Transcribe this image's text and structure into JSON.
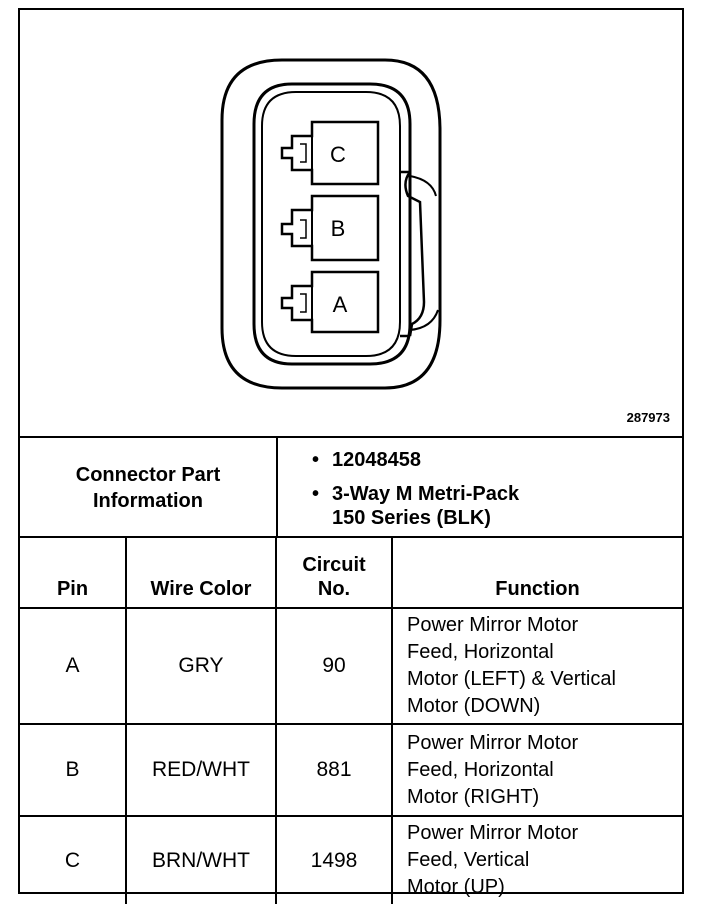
{
  "figure_id": "287973",
  "pin_letters": [
    "C",
    "B",
    "A"
  ],
  "connector_info": {
    "label": "Connector Part\nInformation",
    "items": [
      "12048458",
      "3-Way M Metri-Pack\n150 Series (BLK)"
    ]
  },
  "table": {
    "headers": [
      "Pin",
      "Wire Color",
      "Circuit\nNo.",
      "Function"
    ],
    "rows": [
      {
        "pin": "A",
        "wire_color": "GRY",
        "circuit": "90",
        "function": "Power Mirror Motor\nFeed, Horizontal\nMotor (LEFT) & Vertical\nMotor (DOWN)"
      },
      {
        "pin": "B",
        "wire_color": "RED/WHT",
        "circuit": "881",
        "function": "Power Mirror Motor\nFeed, Horizontal\nMotor (RIGHT)"
      },
      {
        "pin": "C",
        "wire_color": "BRN/WHT",
        "circuit": "1498",
        "function": "Power Mirror Motor\nFeed, Vertical\nMotor (UP)"
      }
    ]
  }
}
